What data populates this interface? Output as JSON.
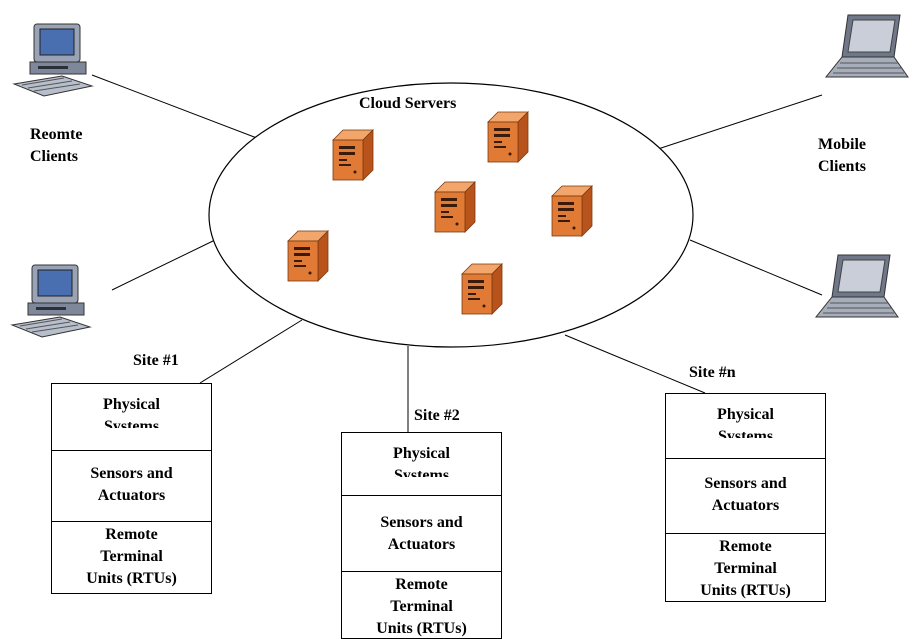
{
  "cloud": {
    "title": "Cloud Servers",
    "servers": [
      "server-icon",
      "server-icon",
      "server-icon",
      "server-icon",
      "server-icon",
      "server-icon"
    ]
  },
  "clients": {
    "remote_label_line1": "Reomte",
    "remote_label_line2": "Clients",
    "mobile_label_line1": "Mobile",
    "mobile_label_line2": "Clients",
    "remote_icon": "desktop-computer-icon",
    "mobile_icon": "laptop-icon"
  },
  "sites": [
    {
      "label": "Site #1",
      "layers": [
        [
          "Physical",
          "Systems"
        ],
        [
          "Sensors and",
          "Actuators"
        ],
        [
          "Remote",
          "Terminal",
          "Units (RTUs)"
        ]
      ]
    },
    {
      "label": "Site #2",
      "layers": [
        [
          "Physical",
          "Systems"
        ],
        [
          "Sensors and",
          "Actuators"
        ],
        [
          "Remote",
          "Terminal",
          "Units (RTUs)"
        ]
      ]
    },
    {
      "label": "Site #n",
      "layers": [
        [
          "Physical",
          "Systems"
        ],
        [
          "Sensors and",
          "Actuators"
        ],
        [
          "Remote",
          "Terminal",
          "Units (RTUs)"
        ]
      ]
    }
  ],
  "colors": {
    "server_front": "#e07a35",
    "server_side": "#b9531c",
    "server_top": "#f3a66b",
    "monitor_blue": "#4a6fb0",
    "laptop_gray": "#8a93a6"
  }
}
